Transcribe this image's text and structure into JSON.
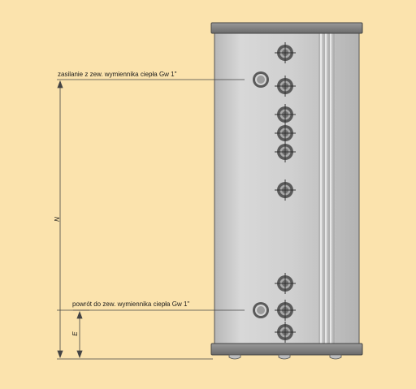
{
  "labels": {
    "supply": "zasilanie z zew. wymiennika ciepła Gw 1\"",
    "return": "powrót do zew. wymiennika ciepła Gw 1\""
  },
  "dimensions": {
    "n": "N",
    "e": "E"
  },
  "icons": {
    "connector": "pipe-connector-icon",
    "side_port": "side-port-icon",
    "foot": "tank-foot-icon"
  },
  "colors": {
    "background": "#fbe3ad",
    "tank_body": "#c9c9c9",
    "tank_cap": "#7d7d7d",
    "outline": "#333333"
  }
}
